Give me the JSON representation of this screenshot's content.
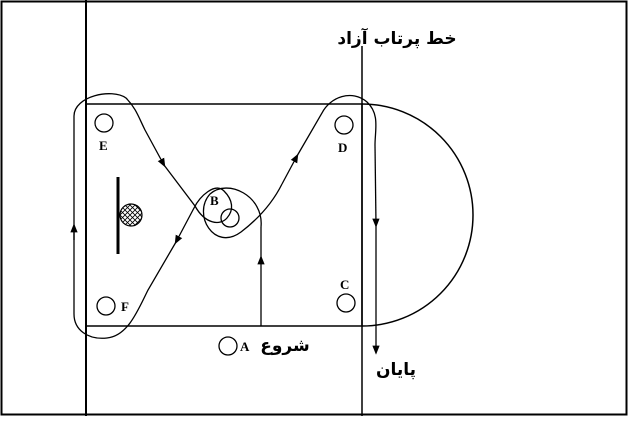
{
  "labels": {
    "free_throw_line": "خط پرتاب آزاد",
    "start": "شروع",
    "finish": "پایان"
  },
  "stations": [
    {
      "id": "A",
      "label": "A"
    },
    {
      "id": "B",
      "label": "B"
    },
    {
      "id": "C",
      "label": "C"
    },
    {
      "id": "D",
      "label": "D"
    },
    {
      "id": "E",
      "label": "E"
    },
    {
      "id": "F",
      "label": "F"
    }
  ]
}
